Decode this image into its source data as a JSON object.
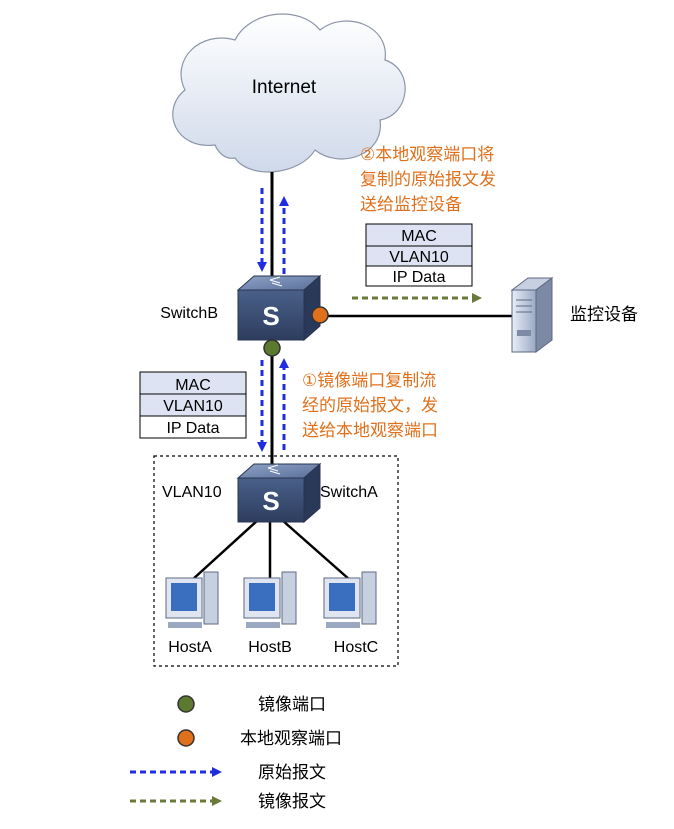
{
  "cloud": {
    "label": "Internet"
  },
  "switch_b": {
    "label": "SwitchB",
    "icon": "switch-icon"
  },
  "switch_a": {
    "label": "SwitchA",
    "vlan_label": "VLAN10",
    "icon": "switch-icon"
  },
  "monitor": {
    "label": "监控设备",
    "icon": "server-icon"
  },
  "hosts": [
    {
      "label": "HostA",
      "icon": "pc-icon"
    },
    {
      "label": "HostB",
      "icon": "pc-icon"
    },
    {
      "label": "HostC",
      "icon": "pc-icon"
    }
  ],
  "packet_top": {
    "rows": [
      "MAC",
      "VLAN10",
      "IP Data"
    ]
  },
  "packet_left": {
    "rows": [
      "MAC",
      "VLAN10",
      "IP Data"
    ]
  },
  "annotation_1": {
    "lines": [
      "①镜像端口复制流",
      "经的原始报文，发",
      "送给本地观察端口"
    ]
  },
  "annotation_2": {
    "lines": [
      "②本地观察端口将",
      "复制的原始报文发",
      "送给监控设备"
    ]
  },
  "legend": {
    "mirror_port": "镜像端口",
    "observe_port": "本地观察端口",
    "original_packet": "原始报文",
    "mirror_packet": "镜像报文"
  },
  "colors": {
    "mirror_port": "#5b7a2e",
    "observe_port": "#e0701c",
    "original_arrow": "#1f2de0",
    "mirror_arrow": "#6b7a3a",
    "annotation_text": "#e0701c",
    "packet_header_fill": "#dde3f2",
    "switch_body": "#3b4f7a"
  }
}
